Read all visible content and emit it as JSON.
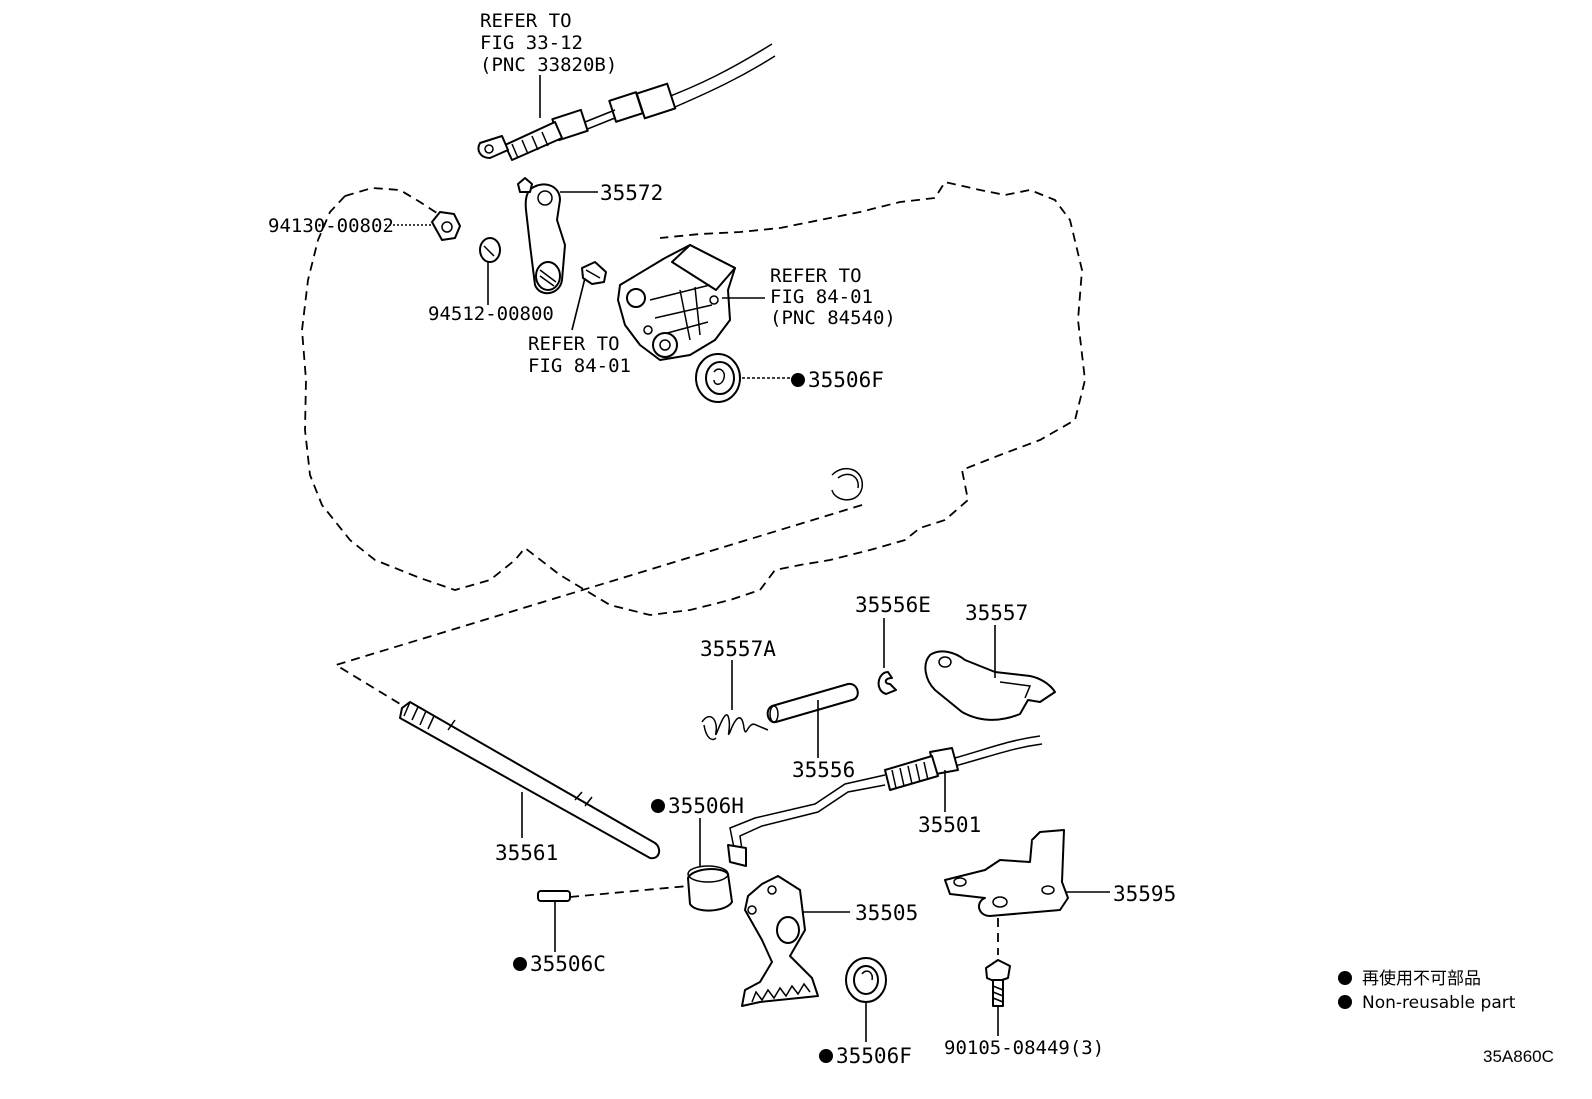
{
  "refs": {
    "cable_ref": [
      "REFER TO",
      "FIG 33-12",
      "(PNC 33820B)"
    ],
    "switch_ref": [
      "REFER TO",
      "FIG 84-01",
      "(PNC 84540)"
    ],
    "bolt_ref": [
      "REFER TO",
      "FIG 84-01"
    ]
  },
  "parts": {
    "p35572": "35572",
    "p94130": "94130-00802",
    "p94512": "94512-00800",
    "p35506F_top": "35506F",
    "p35556E": "35556E",
    "p35557": "35557",
    "p35557A": "35557A",
    "p35556": "35556",
    "p35501": "35501",
    "p35561": "35561",
    "p35506H": "35506H",
    "p35505": "35505",
    "p35595": "35595",
    "p35506C": "35506C",
    "p35506F_bottom": "35506F",
    "p90105": "90105-08449(3)"
  },
  "legend": {
    "jp": "再使用不可部品",
    "en": "Non-reusable part"
  },
  "figure_code": "35A860C"
}
